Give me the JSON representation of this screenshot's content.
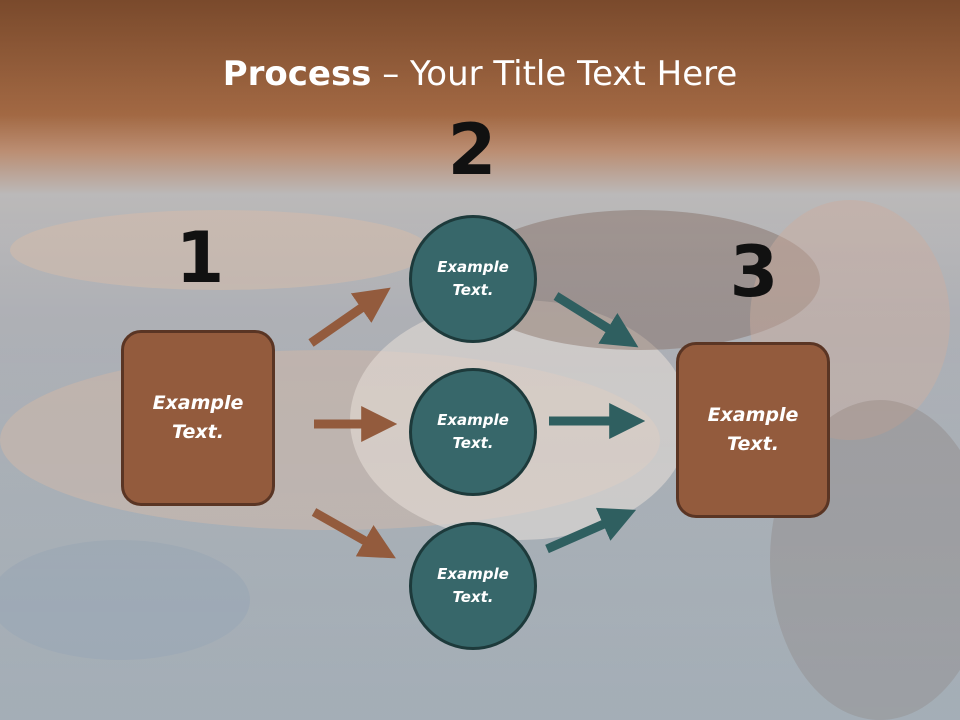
{
  "title": {
    "bold": "Process",
    "rest": " – Your Title Text Here"
  },
  "steps": {
    "n1": "1",
    "n2": "2",
    "n3": "3"
  },
  "boxes": {
    "left": "Example Text.",
    "right": "Example Text."
  },
  "circles": [
    "Example Text.",
    "Example Text.",
    "Example Text."
  ],
  "colors": {
    "box_fill": "#935b3d",
    "circle_fill": "#37676a",
    "arrow_brown": "#935b3d",
    "arrow_teal": "#2f5f60",
    "title_band": "#a0653f"
  }
}
